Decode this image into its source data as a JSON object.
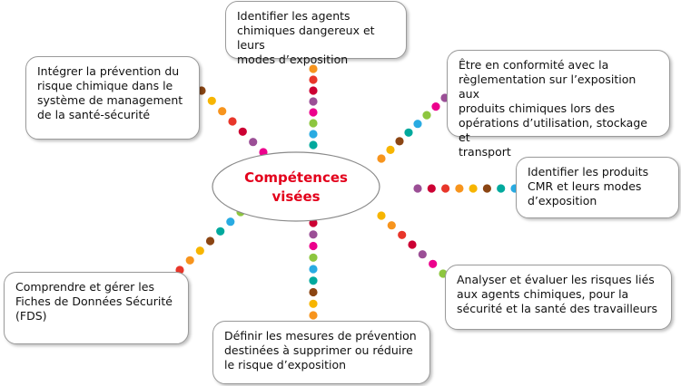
{
  "center": {
    "label": "Compétences\nvisées",
    "color": "#e3001b"
  },
  "boxes": [
    {
      "id": "top",
      "text": "Identifier les agents\nchimiques dangereux et leurs\nmodes d’exposition"
    },
    {
      "id": "top-right",
      "text": "Être en conformité avec la\nrèglementation sur l’exposition aux\nproduits chimiques lors des\nopérations d’utilisation, stockage et\ntransport"
    },
    {
      "id": "right",
      "text": "Identifier les produits\nCMR et leurs modes\nd’exposition"
    },
    {
      "id": "bottom-right",
      "text": "Analyser et évaluer les risques liés\naux agents chimiques, pour la\nsécurité et la santé des travailleurs"
    },
    {
      "id": "bottom",
      "text": "Définir les mesures de prévention\ndestinées à supprimer ou réduire\nle risque d’exposition"
    },
    {
      "id": "bottom-left",
      "text": "Comprendre et gérer les\nFiches de Données Sécurité\n(FDS)"
    },
    {
      "id": "top-left",
      "text": "Intégrer la prévention du\nrisque chimique dans le\nsystème de management\nde la santé-sécurité"
    }
  ],
  "dot_colors": [
    "#f7941d",
    "#e8362a",
    "#cc0033",
    "#9b4f96",
    "#ec008c",
    "#8dc63f",
    "#29abe2",
    "#00a99d",
    "#8b4513",
    "#f7b500"
  ]
}
